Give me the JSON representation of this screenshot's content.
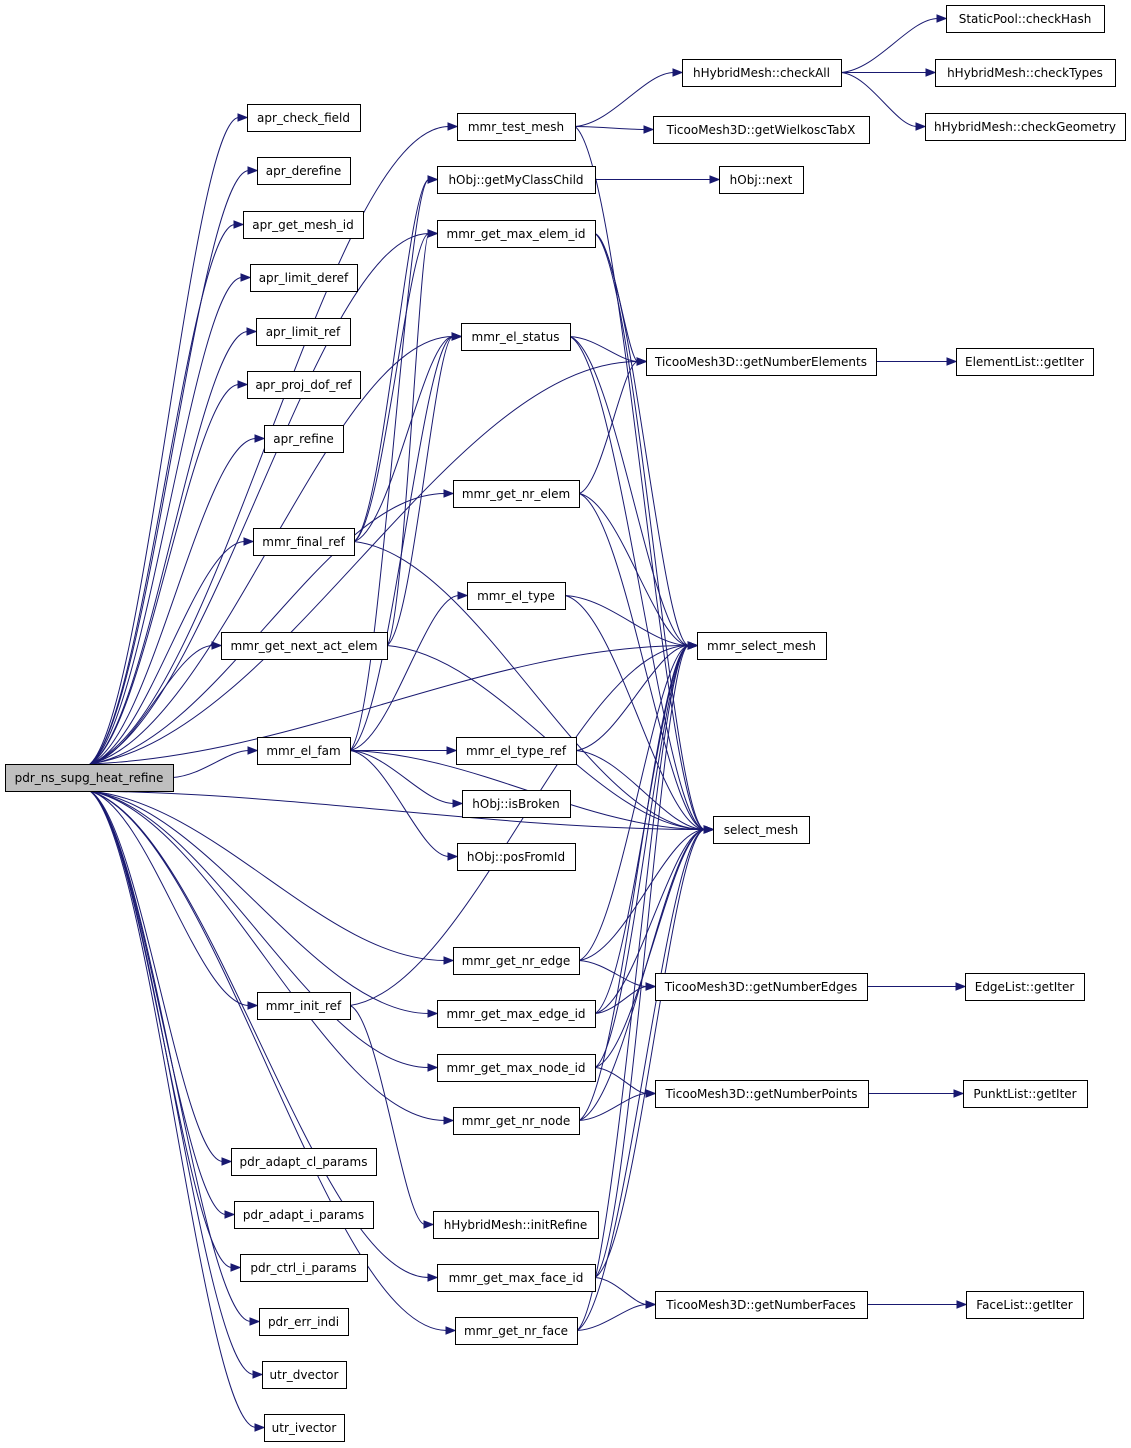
{
  "graph": {
    "edge_color": "#191970",
    "root_fill": "#bfbfbf",
    "nodes": {
      "root": "pdr_ns_supg_heat_refine",
      "apr_check_field": "apr_check_field",
      "apr_derefine": "apr_derefine",
      "apr_get_mesh_id": "apr_get_mesh_id",
      "apr_limit_deref": "apr_limit_deref",
      "apr_limit_ref": "apr_limit_ref",
      "apr_proj_dof_ref": "apr_proj_dof_ref",
      "apr_refine": "apr_refine",
      "mmr_final_ref": "mmr_final_ref",
      "mmr_get_next_act_elem": "mmr_get_next_act_elem",
      "mmr_el_fam": "mmr_el_fam",
      "mmr_init_ref": "mmr_init_ref",
      "pdr_adapt_cl_params": "pdr_adapt_cl_params",
      "pdr_adapt_i_params": "pdr_adapt_i_params",
      "pdr_ctrl_i_params": "pdr_ctrl_i_params",
      "pdr_err_indi": "pdr_err_indi",
      "utr_dvector": "utr_dvector",
      "utr_ivector": "utr_ivector",
      "mmr_test_mesh": "mmr_test_mesh",
      "hObj_getMyClassChild": "hObj::getMyClassChild",
      "mmr_get_max_elem_id": "mmr_get_max_elem_id",
      "mmr_el_status": "mmr_el_status",
      "mmr_get_nr_elem": "mmr_get_nr_elem",
      "mmr_el_type": "mmr_el_type",
      "mmr_el_type_ref": "mmr_el_type_ref",
      "hObj_isBroken": "hObj::isBroken",
      "hObj_posFromId": "hObj::posFromId",
      "mmr_get_nr_edge": "mmr_get_nr_edge",
      "mmr_get_max_edge_id": "mmr_get_max_edge_id",
      "mmr_get_max_node_id": "mmr_get_max_node_id",
      "mmr_get_nr_node": "mmr_get_nr_node",
      "hHybridMesh_initRefine": "hHybridMesh::initRefine",
      "mmr_get_max_face_id": "mmr_get_max_face_id",
      "mmr_get_nr_face": "mmr_get_nr_face",
      "hHybridMesh_checkAll": "hHybridMesh::checkAll",
      "TicooMesh3D_getWielkoscTabX": "TicooMesh3D::getWielkoscTabX",
      "hObj_next": "hObj::next",
      "TicooMesh3D_getNumberElements": "TicooMesh3D::getNumberElements",
      "mmr_select_mesh": "mmr_select_mesh",
      "select_mesh": "select_mesh",
      "TicooMesh3D_getNumberEdges": "TicooMesh3D::getNumberEdges",
      "TicooMesh3D_getNumberPoints": "TicooMesh3D::getNumberPoints",
      "TicooMesh3D_getNumberFaces": "TicooMesh3D::getNumberFaces",
      "StaticPool_checkHash": "StaticPool::checkHash",
      "hHybridMesh_checkTypes": "hHybridMesh::checkTypes",
      "hHybridMesh_checkGeometry": "hHybridMesh::checkGeometry",
      "ElementList_getIter": "ElementList::getIter",
      "EdgeList_getIter": "EdgeList::getIter",
      "PunktList_getIter": "PunktList::getIter",
      "FaceList_getIter": "FaceList::getIter"
    },
    "edges": [
      [
        "root",
        "apr_check_field"
      ],
      [
        "root",
        "apr_derefine"
      ],
      [
        "root",
        "apr_get_mesh_id"
      ],
      [
        "root",
        "apr_limit_deref"
      ],
      [
        "root",
        "apr_limit_ref"
      ],
      [
        "root",
        "apr_proj_dof_ref"
      ],
      [
        "root",
        "apr_refine"
      ],
      [
        "root",
        "mmr_final_ref"
      ],
      [
        "root",
        "mmr_get_next_act_elem"
      ],
      [
        "root",
        "mmr_el_fam"
      ],
      [
        "root",
        "mmr_init_ref"
      ],
      [
        "root",
        "pdr_adapt_cl_params"
      ],
      [
        "root",
        "pdr_adapt_i_params"
      ],
      [
        "root",
        "pdr_ctrl_i_params"
      ],
      [
        "root",
        "pdr_err_indi"
      ],
      [
        "root",
        "utr_dvector"
      ],
      [
        "root",
        "utr_ivector"
      ],
      [
        "root",
        "mmr_test_mesh"
      ],
      [
        "root",
        "mmr_get_max_elem_id"
      ],
      [
        "root",
        "mmr_el_status"
      ],
      [
        "root",
        "mmr_get_nr_elem"
      ],
      [
        "root",
        "mmr_get_nr_edge"
      ],
      [
        "root",
        "mmr_get_max_edge_id"
      ],
      [
        "root",
        "mmr_get_max_node_id"
      ],
      [
        "root",
        "mmr_get_nr_node"
      ],
      [
        "root",
        "mmr_get_max_face_id"
      ],
      [
        "root",
        "mmr_get_nr_face"
      ],
      [
        "root",
        "TicooMesh3D_getNumberElements"
      ],
      [
        "root",
        "mmr_select_mesh"
      ],
      [
        "root",
        "select_mesh"
      ],
      [
        "mmr_final_ref",
        "hObj_getMyClassChild"
      ],
      [
        "mmr_final_ref",
        "mmr_get_max_elem_id"
      ],
      [
        "mmr_final_ref",
        "mmr_el_status"
      ],
      [
        "mmr_final_ref",
        "select_mesh"
      ],
      [
        "mmr_get_next_act_elem",
        "mmr_get_max_elem_id"
      ],
      [
        "mmr_get_next_act_elem",
        "mmr_el_status"
      ],
      [
        "mmr_get_next_act_elem",
        "select_mesh"
      ],
      [
        "mmr_el_fam",
        "hObj_getMyClassChild"
      ],
      [
        "mmr_el_fam",
        "mmr_el_status"
      ],
      [
        "mmr_el_fam",
        "mmr_el_type"
      ],
      [
        "mmr_el_fam",
        "mmr_el_type_ref"
      ],
      [
        "mmr_el_fam",
        "hObj_isBroken"
      ],
      [
        "mmr_el_fam",
        "hObj_posFromId"
      ],
      [
        "mmr_el_fam",
        "select_mesh"
      ],
      [
        "mmr_init_ref",
        "hHybridMesh_initRefine"
      ],
      [
        "mmr_init_ref",
        "mmr_select_mesh"
      ],
      [
        "mmr_test_mesh",
        "hHybridMesh_checkAll"
      ],
      [
        "mmr_test_mesh",
        "TicooMesh3D_getWielkoscTabX"
      ],
      [
        "mmr_test_mesh",
        "select_mesh"
      ],
      [
        "hObj_getMyClassChild",
        "hObj_next"
      ],
      [
        "mmr_get_max_elem_id",
        "TicooMesh3D_getNumberElements"
      ],
      [
        "mmr_get_max_elem_id",
        "mmr_select_mesh"
      ],
      [
        "mmr_get_max_elem_id",
        "select_mesh"
      ],
      [
        "mmr_el_status",
        "TicooMesh3D_getNumberElements"
      ],
      [
        "mmr_el_status",
        "mmr_select_mesh"
      ],
      [
        "mmr_el_status",
        "select_mesh"
      ],
      [
        "mmr_get_nr_elem",
        "TicooMesh3D_getNumberElements"
      ],
      [
        "mmr_get_nr_elem",
        "mmr_select_mesh"
      ],
      [
        "mmr_get_nr_elem",
        "select_mesh"
      ],
      [
        "mmr_el_type",
        "mmr_select_mesh"
      ],
      [
        "mmr_el_type",
        "select_mesh"
      ],
      [
        "mmr_el_type_ref",
        "mmr_select_mesh"
      ],
      [
        "mmr_el_type_ref",
        "select_mesh"
      ],
      [
        "mmr_get_nr_edge",
        "TicooMesh3D_getNumberEdges"
      ],
      [
        "mmr_get_nr_edge",
        "mmr_select_mesh"
      ],
      [
        "mmr_get_nr_edge",
        "select_mesh"
      ],
      [
        "mmr_get_max_edge_id",
        "TicooMesh3D_getNumberEdges"
      ],
      [
        "mmr_get_max_edge_id",
        "mmr_select_mesh"
      ],
      [
        "mmr_get_max_edge_id",
        "select_mesh"
      ],
      [
        "mmr_get_max_node_id",
        "TicooMesh3D_getNumberPoints"
      ],
      [
        "mmr_get_max_node_id",
        "mmr_select_mesh"
      ],
      [
        "mmr_get_max_node_id",
        "select_mesh"
      ],
      [
        "mmr_get_nr_node",
        "TicooMesh3D_getNumberPoints"
      ],
      [
        "mmr_get_nr_node",
        "mmr_select_mesh"
      ],
      [
        "mmr_get_nr_node",
        "select_mesh"
      ],
      [
        "mmr_get_max_face_id",
        "TicooMesh3D_getNumberFaces"
      ],
      [
        "mmr_get_max_face_id",
        "mmr_select_mesh"
      ],
      [
        "mmr_get_max_face_id",
        "select_mesh"
      ],
      [
        "mmr_get_nr_face",
        "TicooMesh3D_getNumberFaces"
      ],
      [
        "mmr_get_nr_face",
        "mmr_select_mesh"
      ],
      [
        "mmr_get_nr_face",
        "select_mesh"
      ],
      [
        "hHybridMesh_checkAll",
        "StaticPool_checkHash"
      ],
      [
        "hHybridMesh_checkAll",
        "hHybridMesh_checkTypes"
      ],
      [
        "hHybridMesh_checkAll",
        "hHybridMesh_checkGeometry"
      ],
      [
        "TicooMesh3D_getNumberElements",
        "ElementList_getIter"
      ],
      [
        "TicooMesh3D_getNumberEdges",
        "EdgeList_getIter"
      ],
      [
        "TicooMesh3D_getNumberPoints",
        "PunktList_getIter"
      ],
      [
        "TicooMesh3D_getNumberFaces",
        "FaceList_getIter"
      ]
    ]
  }
}
